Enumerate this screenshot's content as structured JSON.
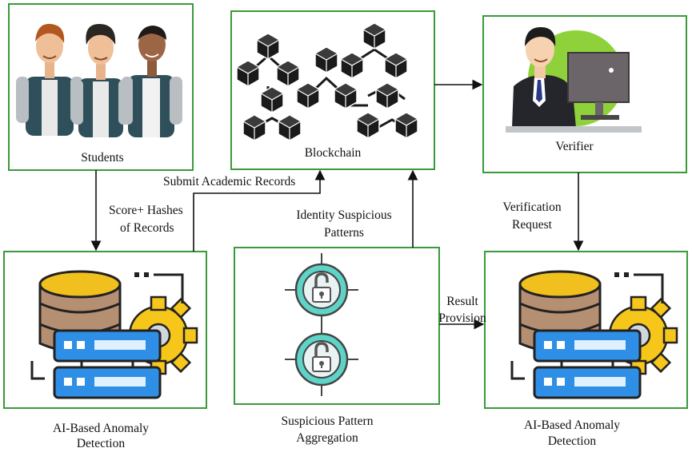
{
  "nodes": {
    "students": {
      "label": "Students"
    },
    "blockchain": {
      "label": "Blockchain"
    },
    "verifier": {
      "label": "Verifier"
    },
    "anomaly_left": {
      "label_line1": "AI-Based Anomaly",
      "label_line2": "Detection"
    },
    "aggregation": {
      "label_line1": "Suspicious Pattern",
      "label_line2": "Aggregation"
    },
    "anomaly_right": {
      "label_line1": "AI-Based Anomaly",
      "label_line2": "Detection"
    }
  },
  "edges": {
    "submit_records": "Submit Academic Records",
    "score_hashes_line1": "Score+ Hashes",
    "score_hashes_line2": "of Records",
    "identity_line1": "Identity Suspicious",
    "identity_line2": "Patterns",
    "verification_line1": "Verification",
    "verification_line2": "Request",
    "result_line1": "Result",
    "result_line2": "Provision"
  },
  "colors": {
    "box_border": "#3a9a3a",
    "db_gold": "#f2c01e",
    "db_brown": "#b58f72",
    "server_blue": "#2f8fe6",
    "gear_yellow": "#f6c61a",
    "lock_teal": "#5ed4c8",
    "verifier_accent": "#8fd13a"
  },
  "icons": [
    "students-illustration",
    "blockchain-cubes-icon",
    "verifier-illustration",
    "database-server-icon",
    "padlock-target-icon"
  ]
}
